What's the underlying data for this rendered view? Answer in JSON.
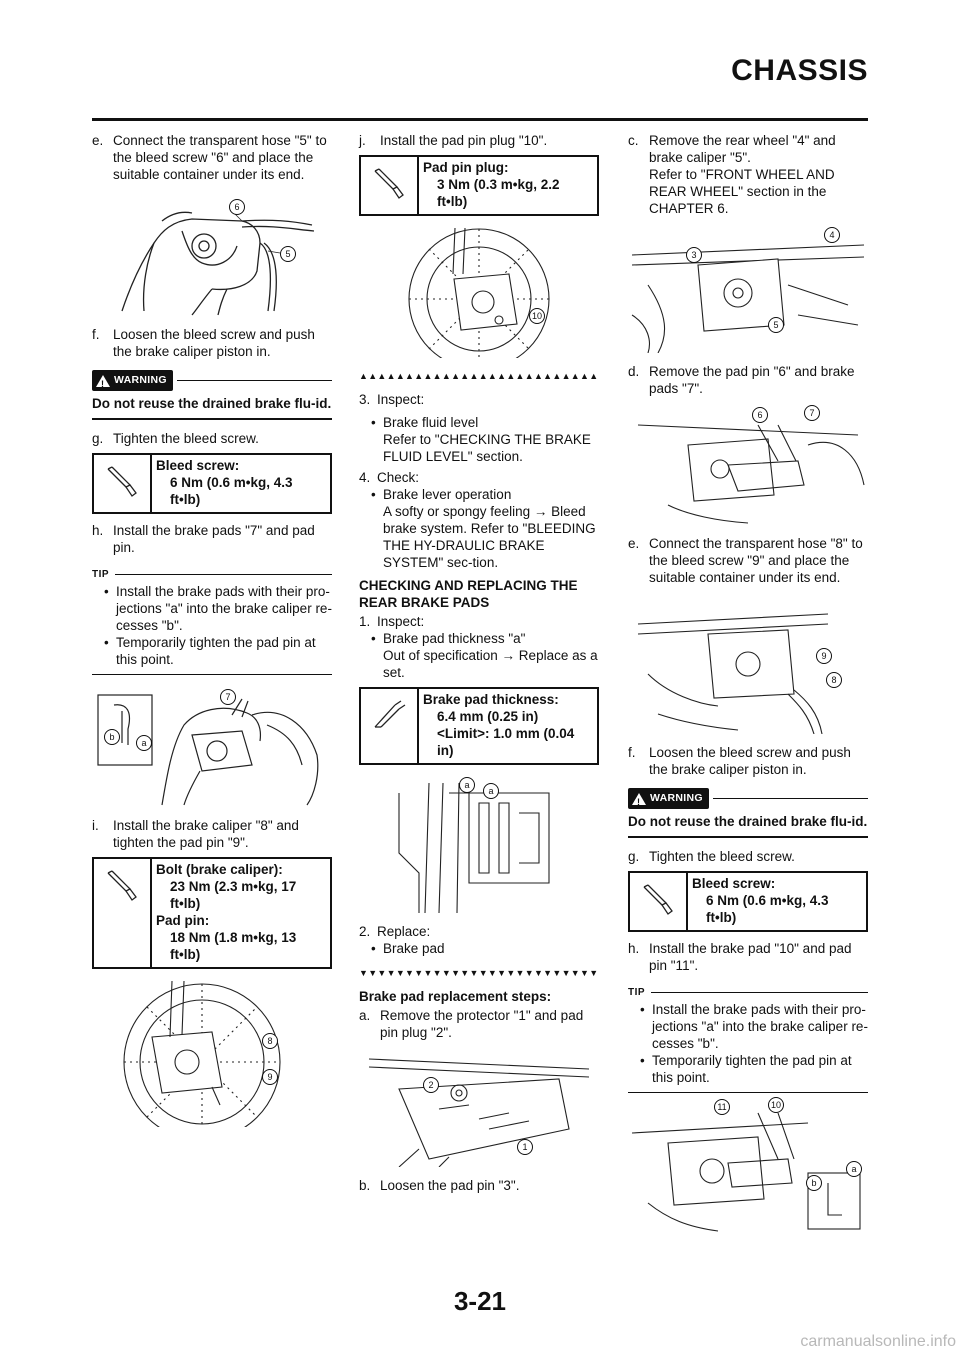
{
  "header": {
    "title": "CHASSIS"
  },
  "col1": {
    "step_e": {
      "label": "e.",
      "text": "Connect the transparent hose \"5\" to the bleed screw \"6\" and place the suitable container under its end."
    },
    "fig1": {
      "callouts": [
        "6",
        "5"
      ]
    },
    "step_f": {
      "label": "f.",
      "text": "Loosen the bleed screw and push the brake caliper piston in."
    },
    "warning": {
      "badge": "WARNING",
      "text": "Do not reuse the drained brake flu-id."
    },
    "step_g": {
      "label": "g.",
      "text": "Tighten the bleed screw."
    },
    "spec1": {
      "title": "Bleed screw:",
      "value": "6 Nm (0.6 m•kg, 4.3 ft•lb)"
    },
    "step_h": {
      "label": "h.",
      "text": "Install the brake pads \"7\" and pad pin."
    },
    "tip": {
      "label": "TIP",
      "items": [
        "Install the brake pads with their pro-jections \"a\" into the brake caliper re-cesses \"b\".",
        "Temporarily tighten the pad pin at this point."
      ]
    },
    "fig2": {
      "callouts": [
        "7",
        "b",
        "a"
      ]
    },
    "step_i": {
      "label": "i.",
      "text": "Install the brake caliper \"8\" and tighten the pad pin \"9\"."
    },
    "spec2": {
      "title1": "Bolt (brake caliper):",
      "value1": "23 Nm (2.3 m•kg, 17 ft•lb)",
      "title2": "Pad pin:",
      "value2": "18 Nm (1.8 m•kg, 13 ft•lb)"
    },
    "fig3": {
      "callouts": [
        "8",
        "9"
      ]
    }
  },
  "col2": {
    "step_j": {
      "label": "j.",
      "text": "Install the pad pin plug \"10\"."
    },
    "spec3": {
      "title": "Pad pin plug:",
      "value": "3 Nm (0.3 m•kg, 2.2 ft•lb)"
    },
    "fig4": {
      "callouts": [
        "10"
      ]
    },
    "tri_up": "▲▲▲▲▲▲▲▲▲▲▲▲▲▲▲▲▲▲▲▲▲▲▲▲▲▲▲▲",
    "step3": {
      "label": "3.",
      "text": "Inspect:",
      "bullet": "Brake fluid level",
      "sub": "Refer to \"CHECKING THE BRAKE FLUID LEVEL\" section."
    },
    "step4": {
      "label": "4.",
      "text": "Check:",
      "bullet": "Brake lever operation",
      "sub": "A softy or spongy feeling → Bleed brake system. Refer to \"BLEEDING THE HY-DRAULIC BRAKE SYSTEM\" sec-tion."
    },
    "section": {
      "title": "CHECKING AND REPLACING THE REAR BRAKE PADS"
    },
    "step1": {
      "label": "1.",
      "text": "Inspect:",
      "bullet": "Brake pad thickness \"a\"",
      "sub": "Out of specification → Replace as a set."
    },
    "spec4": {
      "title": "Brake pad thickness:",
      "value1": "6.4 mm (0.25 in)",
      "value2": "<Limit>: 1.0 mm (0.04 in)"
    },
    "fig5": {
      "callouts": [
        "a",
        "a"
      ]
    },
    "step2": {
      "label": "2.",
      "text": "Replace:",
      "bullet": "Brake pad"
    },
    "tri_down": "▼▼▼▼▼▼▼▼▼▼▼▼▼▼▼▼▼▼▼▼▼▼▼▼▼▼▼▼",
    "steps_title": "Brake pad replacement steps:",
    "step_a": {
      "label": "a.",
      "text": "Remove the protector \"1\" and pad pin plug \"2\"."
    },
    "fig6": {
      "callouts": [
        "2",
        "1"
      ]
    },
    "step_b": {
      "label": "b.",
      "text": "Loosen the pad pin \"3\"."
    }
  },
  "col3": {
    "step_c": {
      "label": "c.",
      "text": "Remove the rear wheel \"4\" and brake caliper \"5\".",
      "sub": "Refer to \"FRONT WHEEL AND REAR WHEEL\" section in the CHAPTER 6."
    },
    "fig7": {
      "callouts": [
        "3",
        "4",
        "5"
      ]
    },
    "step_d": {
      "label": "d.",
      "text": "Remove the pad pin \"6\" and brake pads \"7\"."
    },
    "fig8": {
      "callouts": [
        "6",
        "7"
      ]
    },
    "step_e": {
      "label": "e.",
      "text": "Connect the transparent hose \"8\" to the bleed screw \"9\" and place the suitable container under its end."
    },
    "fig9": {
      "callouts": [
        "9",
        "8"
      ]
    },
    "step_f": {
      "label": "f.",
      "text": "Loosen the bleed screw and push the brake caliper piston in."
    },
    "warning": {
      "badge": "WARNING",
      "text": "Do not reuse the drained brake flu-id."
    },
    "step_g": {
      "label": "g.",
      "text": "Tighten the bleed screw."
    },
    "spec5": {
      "title": "Bleed screw:",
      "value": "6 Nm (0.6 m•kg, 4.3 ft•lb)"
    },
    "step_h": {
      "label": "h.",
      "text": "Install the brake pad \"10\" and pad pin \"11\"."
    },
    "tip": {
      "label": "TIP",
      "items": [
        "Install the brake pads with their pro-jections \"a\" into the brake caliper re-cesses \"b\".",
        "Temporarily tighten the pad pin at this point."
      ]
    },
    "fig10": {
      "callouts": [
        "11",
        "10",
        "b",
        "a"
      ]
    }
  },
  "footer": {
    "page": "3-21",
    "watermark": "carmanualsonline.info"
  }
}
